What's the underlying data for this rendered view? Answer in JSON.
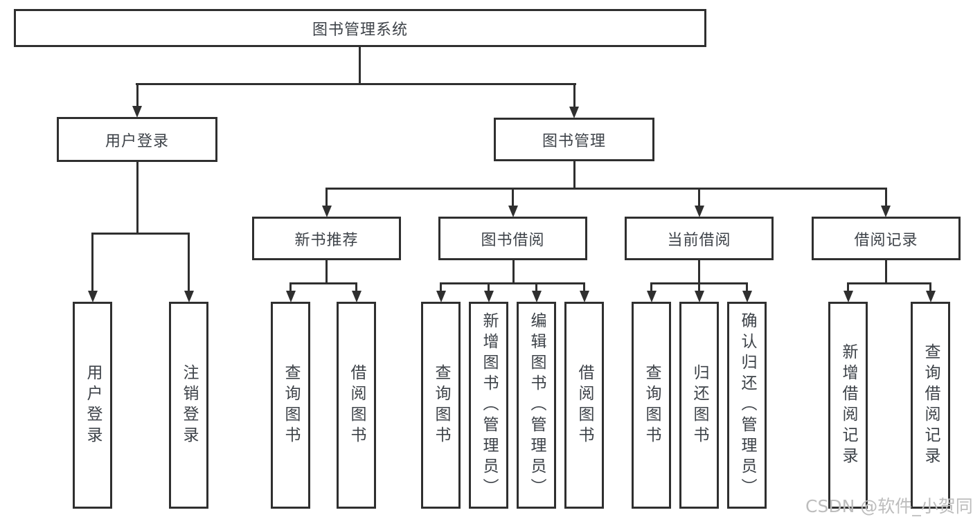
{
  "tree": {
    "label": "图书管理系统",
    "children": [
      {
        "label": "用户登录",
        "children": [
          {
            "label": "用户登录"
          },
          {
            "label": "注销登录"
          }
        ]
      },
      {
        "label": "图书管理",
        "children": [
          {
            "label": "新书推荐",
            "children": [
              {
                "label": "查询图书"
              },
              {
                "label": "借阅图书"
              }
            ]
          },
          {
            "label": "图书借阅",
            "children": [
              {
                "label": "查询图书"
              },
              {
                "label": "新增图书（管理员）"
              },
              {
                "label": "编辑图书（管理员）"
              },
              {
                "label": "借阅图书"
              }
            ]
          },
          {
            "label": "当前借阅",
            "children": [
              {
                "label": "查询图书"
              },
              {
                "label": "归还图书"
              },
              {
                "label": "确认归还（管理员）"
              }
            ]
          },
          {
            "label": "借阅记录",
            "children": [
              {
                "label": "新增借阅记录"
              },
              {
                "label": "查询借阅记录"
              }
            ]
          }
        ]
      }
    ]
  },
  "watermark": {
    "text": "CSDN @软件_小贺同学"
  },
  "colors": {
    "line": "#2f2f2f",
    "text": "#3d4248",
    "watermark": "#bdbdbd",
    "background": "#ffffff"
  }
}
